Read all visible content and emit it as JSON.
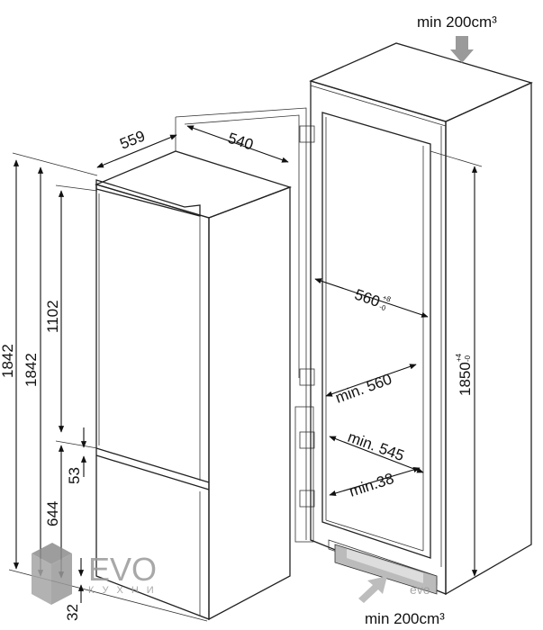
{
  "labels": {
    "depth_559": "559",
    "width_540": "540",
    "height_1842_outer": "1842",
    "height_1842_inner": "1842",
    "door_1102": "1102",
    "gap_53": "53",
    "door_644": "644",
    "base_32": "32",
    "niche_width": "560",
    "niche_width_tol_plus": "+8",
    "niche_width_tol_minus": "-0",
    "niche_height": "1850",
    "niche_height_tol_plus": "+4",
    "niche_height_tol_minus": "-0",
    "min_560": "min. 560",
    "min_545": "min. 545",
    "min_38": "min.38",
    "vent_top": "min 200cm³",
    "vent_bottom": "min 200cm³"
  },
  "watermark": {
    "brand": "EVO",
    "sub": "КУХНИ",
    "small": "evo"
  },
  "colors": {
    "line": "#222222",
    "arrow": "#9a9a9a",
    "watermark": "#9a9a9a"
  }
}
